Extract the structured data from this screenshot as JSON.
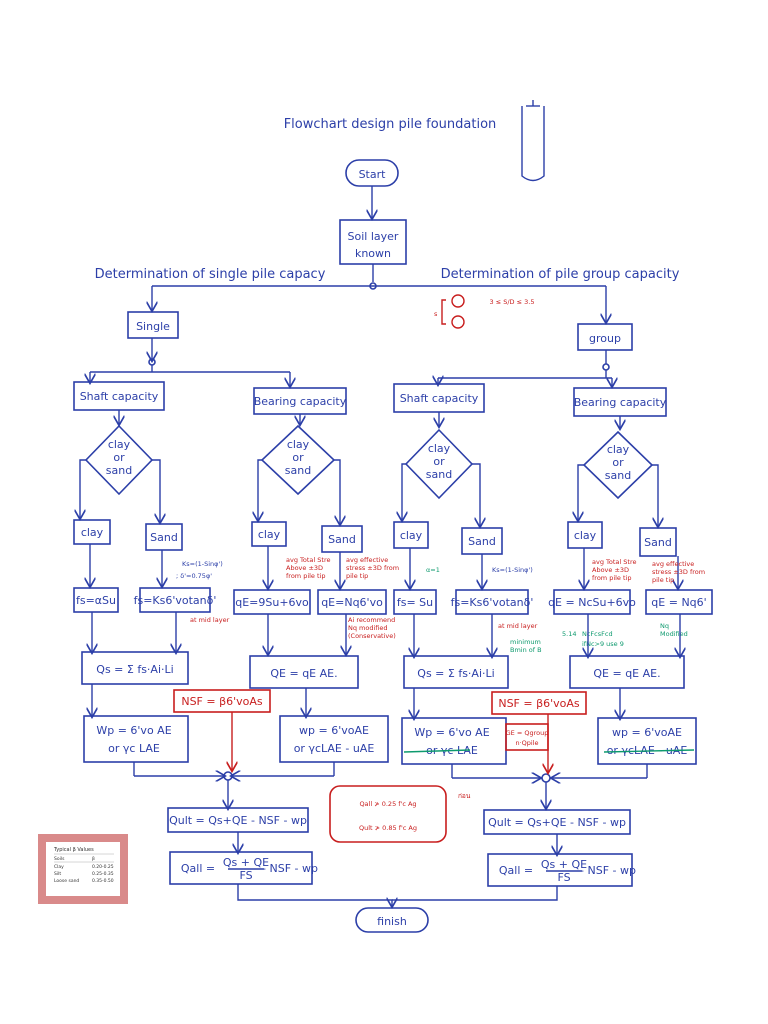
{
  "title": "Flowchart design pile foundation",
  "start": "Start",
  "soil": [
    "Soil layer",
    "known"
  ],
  "single_heading": "Determination of single pile capacy",
  "group_heading": "Determination of pile group capacity",
  "spacing_note": "3 ≤ S/D ≤ 3.5",
  "spacing_s": "s",
  "single": "Single",
  "group": "group",
  "shaft_capacity": "Shaft capacity",
  "bearing_capacity": "Bearing capacity",
  "diamond": [
    "clay",
    "or",
    "sand"
  ],
  "clay": "clay",
  "sand": "Sand",
  "fs_clay_single": "fs=αSu",
  "fs_sand_single": "fs=Ks6'votanδ'",
  "ks_note": [
    "Ks=(1-Sinφ')",
    "; δ'=0.75φ'"
  ],
  "at_mid_layer": "at mid layer",
  "qe_clay_single": "qE=9Su+6vo",
  "qe_sand_single": "qE=Nq6'vo",
  "note_total": [
    "avg Total Stre",
    "Above ±3D",
    "from pile tip"
  ],
  "note_effective": [
    "avg effective",
    "stress ±3D from",
    "pile tip"
  ],
  "note_recommend": [
    "Ai recommend",
    "Nq modified",
    "(Conservative)"
  ],
  "qs_formula": "Qs = Σ fs·Ai·Li",
  "qe_formula": "QE = qE AE.",
  "nsf": "NSF = β6'voAs",
  "wp_single_a": [
    "Wp = 6'vo AE",
    "or γc LAE"
  ],
  "wp_single_b": [
    "wp = 6'voAE",
    "or γcLAE - uAE"
  ],
  "qult": "Qult = Qs+QE - NSF - wp",
  "qall": "Qall = (Qs+QE)/FS - NSF - wp",
  "qall_frac_num": "Qs + QE",
  "qall_frac_den": "FS",
  "qall_prefix": "Qall =",
  "qall_suffix": "- NSF - wp",
  "red_check": [
    "Qall ≯ 0.25 f'c Ag",
    "Qult ≯ 0.85 f'c Ag"
  ],
  "red_check_tag": "ก่อน",
  "fs_clay_group": "fs= Su",
  "fs_sand_group": "fs=Ks6'votanδ'",
  "alpha_note": "α=1",
  "qe_clay_group": "qE = NcSu+6vo",
  "qe_sand_group": "qE = Nq6'",
  "green_notes": [
    "5.14",
    "NcFcsFcd",
    "ifNc>9 use 9"
  ],
  "green_min": [
    "minimum",
    "Bmin of B"
  ],
  "green_nq": [
    "Nq",
    "Modified"
  ],
  "ge_box": [
    "GE = Qgroup",
    "n·Qpile"
  ],
  "finish": "finish",
  "table": {
    "title": "Typical β Values",
    "headers": [
      "Soils",
      "β"
    ],
    "rows": [
      [
        "Clay",
        "0.20-0.25"
      ],
      [
        "Silt",
        "0.25-0.35"
      ],
      [
        "Loose sand",
        "0.35-0.50"
      ]
    ]
  }
}
